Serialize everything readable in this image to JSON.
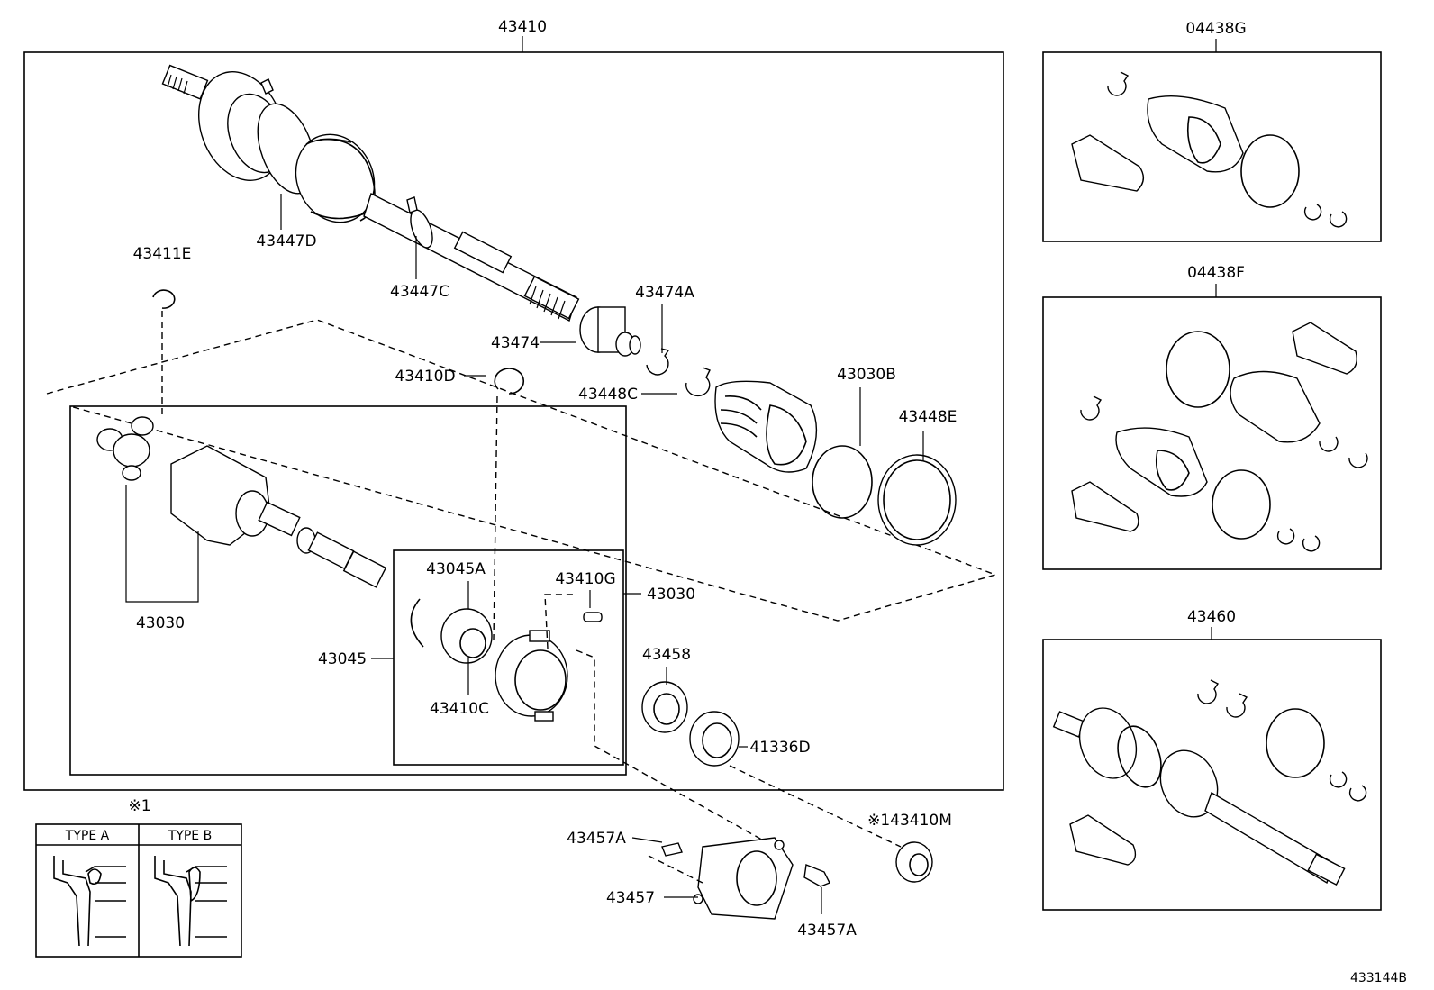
{
  "diagram": {
    "assembly_label": "43410",
    "kit_labels": {
      "kit_g": "04438G",
      "kit_f": "04438F",
      "kit_43460": "43460"
    },
    "part_labels": {
      "p43447D": "43447D",
      "p43447C": "43447C",
      "p43411E": "43411E",
      "p43474A": "43474A",
      "p43474": "43474",
      "p43410D": "43410D",
      "p43448C": "43448C",
      "p43030B": "43030B",
      "p43448E": "43448E",
      "p43030_left": "43030",
      "p43045A": "43045A",
      "p43410G": "43410G",
      "p43030_right": "43030",
      "p43045": "43045",
      "p43410C": "43410C",
      "p43458": "43458",
      "p41336D": "41336D",
      "p43410M": "※143410M",
      "p43457A_top": "43457A",
      "p43457": "43457",
      "p43457A_bottom": "43457A"
    },
    "note_mark": "※1",
    "type_a": "TYPE A",
    "type_b": "TYPE B",
    "figure_code": "433144B"
  }
}
